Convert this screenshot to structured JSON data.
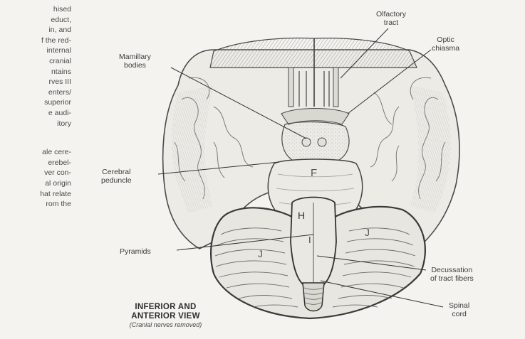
{
  "left_text": [
    "hised",
    "educt,",
    "in, and",
    "f the red-",
    "internal",
    "cranial",
    "ntains",
    "rves III",
    "enters/",
    "superior",
    "e audi-",
    "itory",
    "",
    "ale cere-",
    "erebel-",
    "ver con-",
    "al origin",
    "hat relate",
    "rom the"
  ],
  "top_cut_text": "",
  "labels": {
    "olfactory_tract": [
      "Olfactory",
      "tract"
    ],
    "optic_chiasma": [
      "Optic",
      "chiasma"
    ],
    "mamillary_bodies": [
      "Mamillary",
      "bodies"
    ],
    "cerebral_peduncle": [
      "Cerebral",
      "peduncle"
    ],
    "pyramids": "Pyramids",
    "decussation": [
      "Decussation",
      "of tract fibers"
    ],
    "spinal_cord": [
      "Spinal",
      "cord"
    ]
  },
  "letters": {
    "F": "F",
    "H": "H",
    "I": "I",
    "J_left": "J",
    "J_right": "J"
  },
  "caption": {
    "line1": "INFERIOR AND",
    "line2": "ANTERIOR VIEW",
    "line3": "(Cranial nerves removed)"
  }
}
